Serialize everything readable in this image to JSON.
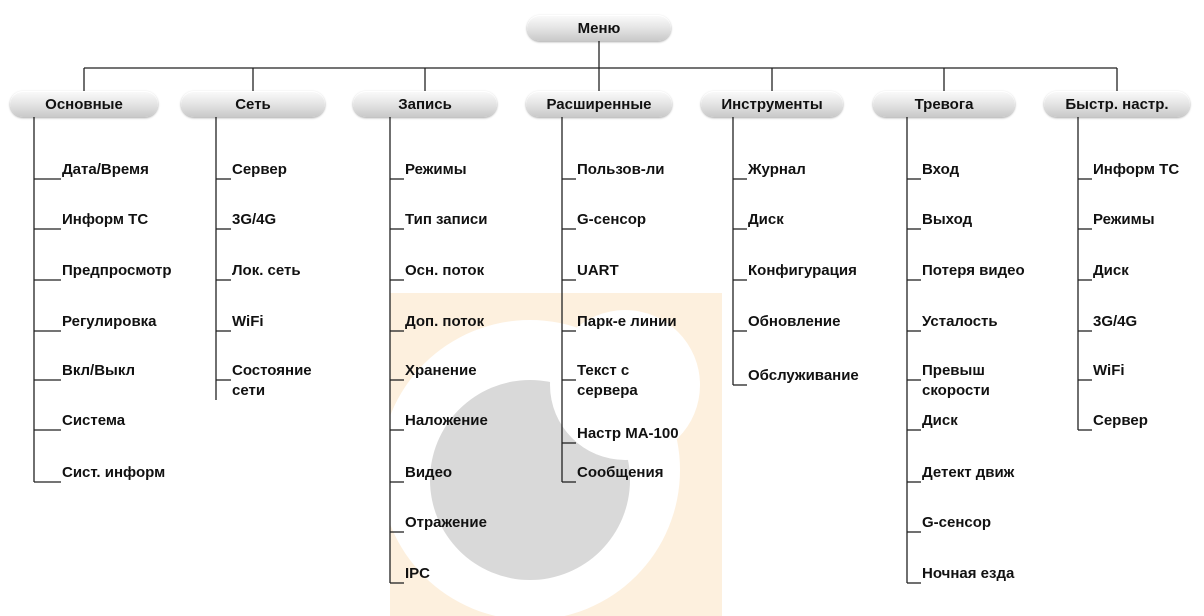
{
  "root": {
    "label": "Меню"
  },
  "columns": [
    {
      "header": "Основные",
      "items": [
        "Дата/Время",
        "Информ ТС",
        "Предпросмотр",
        "Регулировка",
        "Вкл/Выкл",
        "Система",
        "Сист. информ"
      ]
    },
    {
      "header": "Сеть",
      "items": [
        "Сервер",
        "3G/4G",
        "Лок. сеть",
        "WiFi",
        "Состояние\nсети"
      ]
    },
    {
      "header": "Запись",
      "items": [
        "Режимы",
        "Тип записи",
        "Осн. поток",
        "Доп. поток",
        "Хранение",
        "Наложение",
        "Видео",
        "Отражение",
        "IPC"
      ]
    },
    {
      "header": "Расширенные",
      "items": [
        "Пользов-ли",
        "G-сенсор",
        "UART",
        "Парк-е линии",
        "Текст с\nсервера",
        "Настр МА-100",
        "Сообщения"
      ]
    },
    {
      "header": "Инструменты",
      "items": [
        "Журнал",
        "Диск",
        "Конфигурация",
        "Обновление",
        "Обслуживание"
      ]
    },
    {
      "header": "Тревога",
      "items": [
        "Вход",
        "Выход",
        "Потеря видео",
        "Усталость",
        "Превыш\nскорости",
        "Диск",
        "Детект движ",
        "G-сенсор",
        "Ночная езда"
      ]
    },
    {
      "header": "Быстр. настр.",
      "items": [
        "Информ ТС",
        "Режимы",
        "Диск",
        "3G/4G",
        "WiFi",
        "Сервер"
      ]
    }
  ]
}
